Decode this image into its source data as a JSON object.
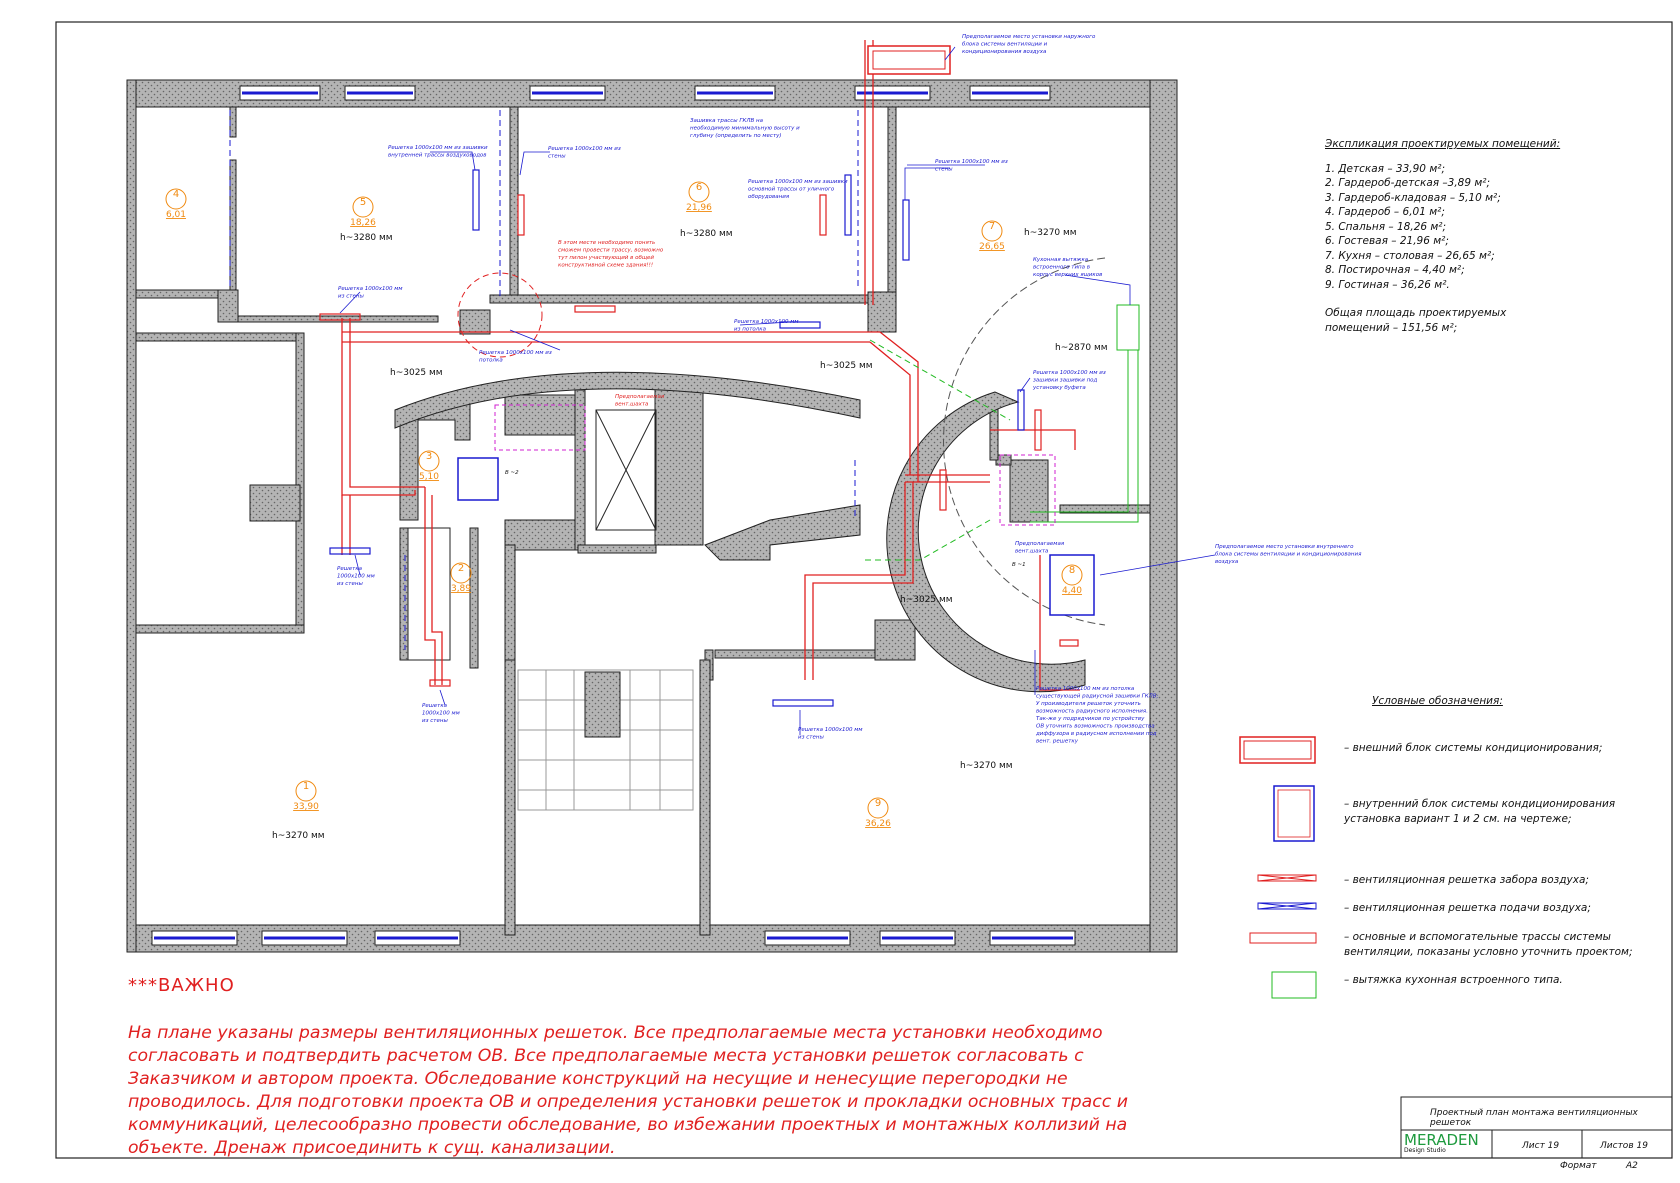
{
  "drawing": {
    "heights": [
      "h~3280 мм",
      "h~3280 мм",
      "h~3270 мм",
      "h~3025 мм",
      "h~3025 мм",
      "h~2870 мм",
      "h~3025 мм",
      "h~3270 мм",
      "h~3270 мм"
    ],
    "rooms": [
      {
        "num": "1",
        "area": "33,90"
      },
      {
        "num": "2",
        "area": "3,89"
      },
      {
        "num": "3",
        "area": "5,10"
      },
      {
        "num": "4",
        "area": "6,01"
      },
      {
        "num": "5",
        "area": "18,26"
      },
      {
        "num": "6",
        "area": "21,96"
      },
      {
        "num": "7",
        "area": "26,65"
      },
      {
        "num": "8",
        "area": "4,40"
      },
      {
        "num": "9",
        "area": "36,26"
      }
    ],
    "annotations": [
      "Решетка 1000х100 мм из зашивки внутренней трассы воздуховодов",
      "Решетка 1000х100 мм из стены",
      "Зашивка трассы ГКЛВ на необходимую минимальную высоту и глубину (определить по месту)",
      "Решетка 1000х100 мм из зашивки основной трассы от уличного оборудования",
      "Решетка 1000х100 мм из стены",
      "Предполагаемое место установки наружного блока системы вентиляции и кондиционирования воздуха",
      "В этом месте необходимо понять сможем провести трассу, возможно тут пилон участвующий в общей конструктивной схеме здания!!!",
      "Решетка 1000х100 мм из стены",
      "Решетка 1000х100 мм из потолка",
      "Решетка 1000х100 мм из потолка",
      "Кухонная вытяжка встроенного типа в корпус верхних ящиков",
      "Решетка 1000х100 мм из зашивки зашивки под установку буфета",
      "Предполагаемая вент.шахта",
      "Предполагаемая вент.шахта",
      "Решетка 1000х100 мм из стены",
      "Решетка 1000х100 мм из стены",
      "Решетка 1000х100 мм из стены",
      "Предполагаемое место установки внутреннего блока системы вентиляции и кондиционирования воздуха",
      "Решетка 1000х100 мм из потолка существующей радиусной зашивки ГКЛВ; У производителя решеток уточнить возможность радиусного исполнения. Так-же у подрядчиков по устройству ОВ уточнить возможность производства диффузора в радиусном исполнении под вент. решетку",
      "В ~2",
      "В ~1"
    ]
  },
  "explication": {
    "heading": "Экспликация проектируемых помещений:",
    "items": [
      "1. Детская – 33,90 м²;",
      "2. Гардероб-детская –3,89 м²;",
      "3. Гардероб-кладовая – 5,10 м²;",
      "4. Гардероб – 6,01 м²;",
      "5. Спальня – 18,26 м²;",
      "6. Гостевая – 21,96 м²;",
      "7. Кухня – столовая – 26,65 м²;",
      "8. Постирочная – 4,40 м²;",
      "9. Гостиная – 36,26 м²."
    ],
    "total": "Общая площадь проектируемых помещений – 151,56 м²;"
  },
  "legend": {
    "title": "Условные обозначения:",
    "items": [
      "– внешний блок системы кондиционирования;",
      "– внутренний блок системы кондиционирования установка вариант 1 и 2 см. на чертеже;",
      "– вентиляционная решетка забора воздуха;",
      "– вентиляционная решетка подачи воздуха;",
      "– основные и вспомогательные трассы системы вентиляции, показаны условно уточнить проектом;",
      "– вытяжка кухонная встроенного типа."
    ]
  },
  "notes": {
    "title": "***ВАЖНО",
    "body": "На плане указаны размеры вентиляционных решеток. Все предполагаемые места установки необходимо согласовать и подтвердить расчетом ОВ. Все предполагаемые места установки решеток согласовать с Заказчиком и автором проекта. Обследование конструкций на несущие и ненесущие перегородки не проводилось. Для подготовки проекта ОВ и определения установки решеток и прокладки основных трасс и коммуникаций, целесообразно провести обследование, во избежании проектных и монтажных коллизий на объекте. Дренаж присоединить к сущ. канализации."
  },
  "title_block": {
    "title": "Проектный план монтажа вентиляционных решеток",
    "logo": "MERADEN",
    "logo_sub": "Design Studio",
    "sheet": "Лист 19",
    "sheets": "Листов 19",
    "format_label": "Формат",
    "format": "А2"
  },
  "colors": {
    "wall": "#a0a0a0",
    "red": "#e02020",
    "blue": "#1a1ad0",
    "green": "#22bb22",
    "orange": "#f08a10",
    "magenta": "#d020d0"
  }
}
